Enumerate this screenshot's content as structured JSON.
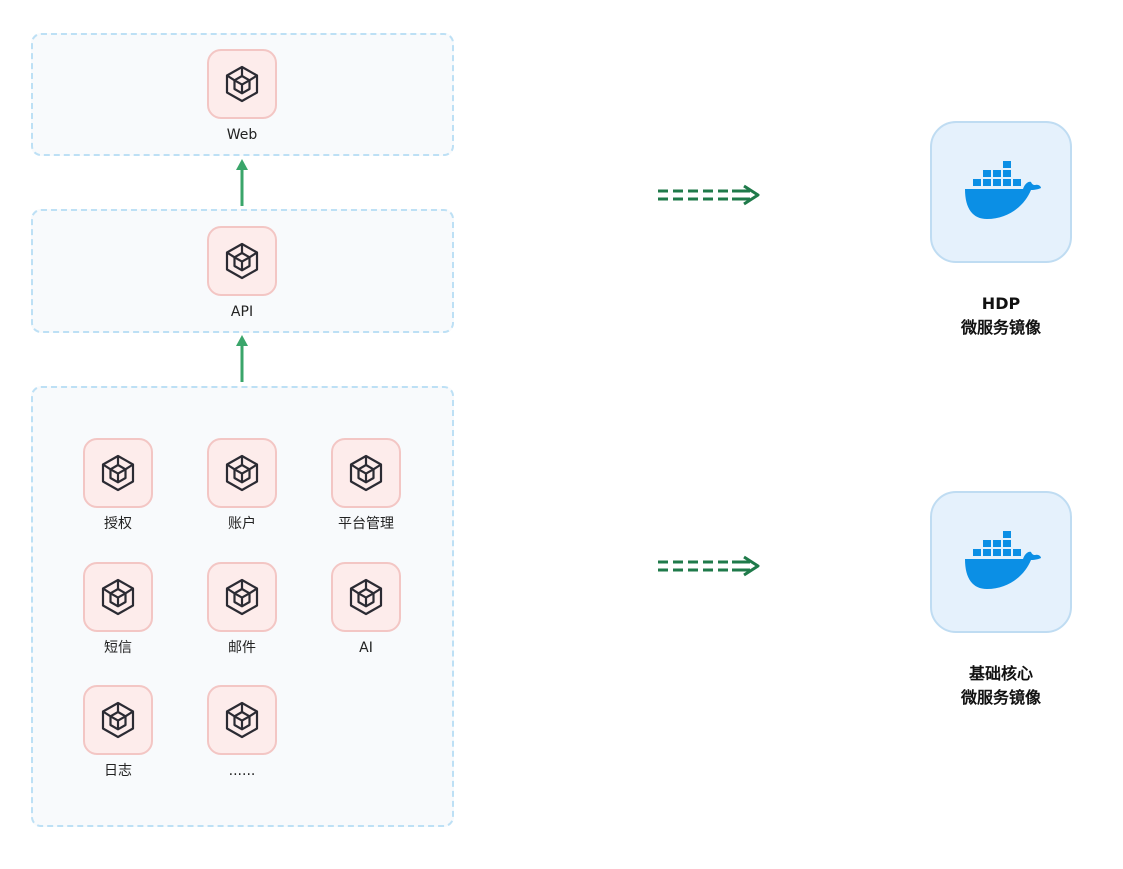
{
  "groups": {
    "web": {
      "modules": [
        {
          "label": "Web",
          "icon": "cube-icon"
        }
      ]
    },
    "api": {
      "modules": [
        {
          "label": "API",
          "icon": "cube-icon"
        }
      ]
    },
    "services": {
      "modules": [
        {
          "label": "授权",
          "icon": "cube-icon"
        },
        {
          "label": "账户",
          "icon": "cube-icon"
        },
        {
          "label": "平台管理",
          "icon": "cube-icon"
        },
        {
          "label": "短信",
          "icon": "cube-icon"
        },
        {
          "label": "邮件",
          "icon": "cube-icon"
        },
        {
          "label": "AI",
          "icon": "cube-icon"
        },
        {
          "label": "日志",
          "icon": "cube-icon"
        },
        {
          "label": "......",
          "icon": "cube-icon"
        }
      ]
    }
  },
  "images": [
    {
      "line1": "HDP",
      "line2": "微服务镜像",
      "icon": "docker-whale-icon"
    },
    {
      "line1": "基础核心",
      "line2": "微服务镜像",
      "icon": "docker-whale-icon"
    }
  ],
  "colors": {
    "group_border": "#bde0f5",
    "tile_border": "#f3c6c4",
    "tile_fill": "#fdeceb",
    "up_arrow": "#3aa56a",
    "right_arrow": "#1f7a4a",
    "docker_blue": "#0b8fe5",
    "docker_tile_fill": "#e5f1fc"
  }
}
